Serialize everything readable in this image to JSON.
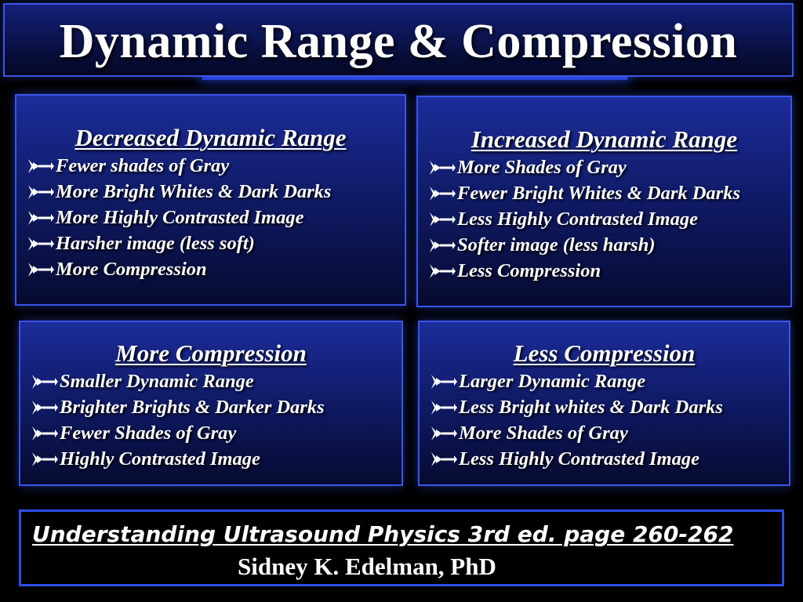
{
  "title": "Dynamic Range & Compression",
  "bullet_icon": "arrow-bullet-icon",
  "panels": [
    {
      "heading": "Decreased Dynamic Range",
      "items": [
        "Fewer shades of Gray",
        "More Bright Whites & Dark Darks",
        "More Highly Contrasted Image",
        "Harsher image (less soft)",
        "More Compression"
      ]
    },
    {
      "heading": "Increased Dynamic Range",
      "items": [
        "More Shades of Gray",
        "Fewer Bright Whites & Dark Darks",
        "Less Highly Contrasted Image",
        "Softer image (less harsh)",
        "Less Compression"
      ]
    },
    {
      "heading": "More Compression",
      "items": [
        "Smaller Dynamic Range",
        "Brighter Brights & Darker Darks",
        "Fewer Shades of Gray",
        "Highly Contrasted Image"
      ]
    },
    {
      "heading": "Less Compression",
      "items": [
        "Larger Dynamic Range",
        "Less Bright whites & Dark Darks",
        "More Shades of Gray",
        "Less Highly Contrasted Image"
      ]
    }
  ],
  "footer": {
    "reference": "Understanding Ultrasound Physics 3rd ed. page 260-262",
    "author": "Sidney K. Edelman, PhD"
  },
  "colors": {
    "border": "#3a55e8",
    "panel_top": "#1c2c9a",
    "panel_bottom": "#060a30",
    "background": "#000000"
  }
}
